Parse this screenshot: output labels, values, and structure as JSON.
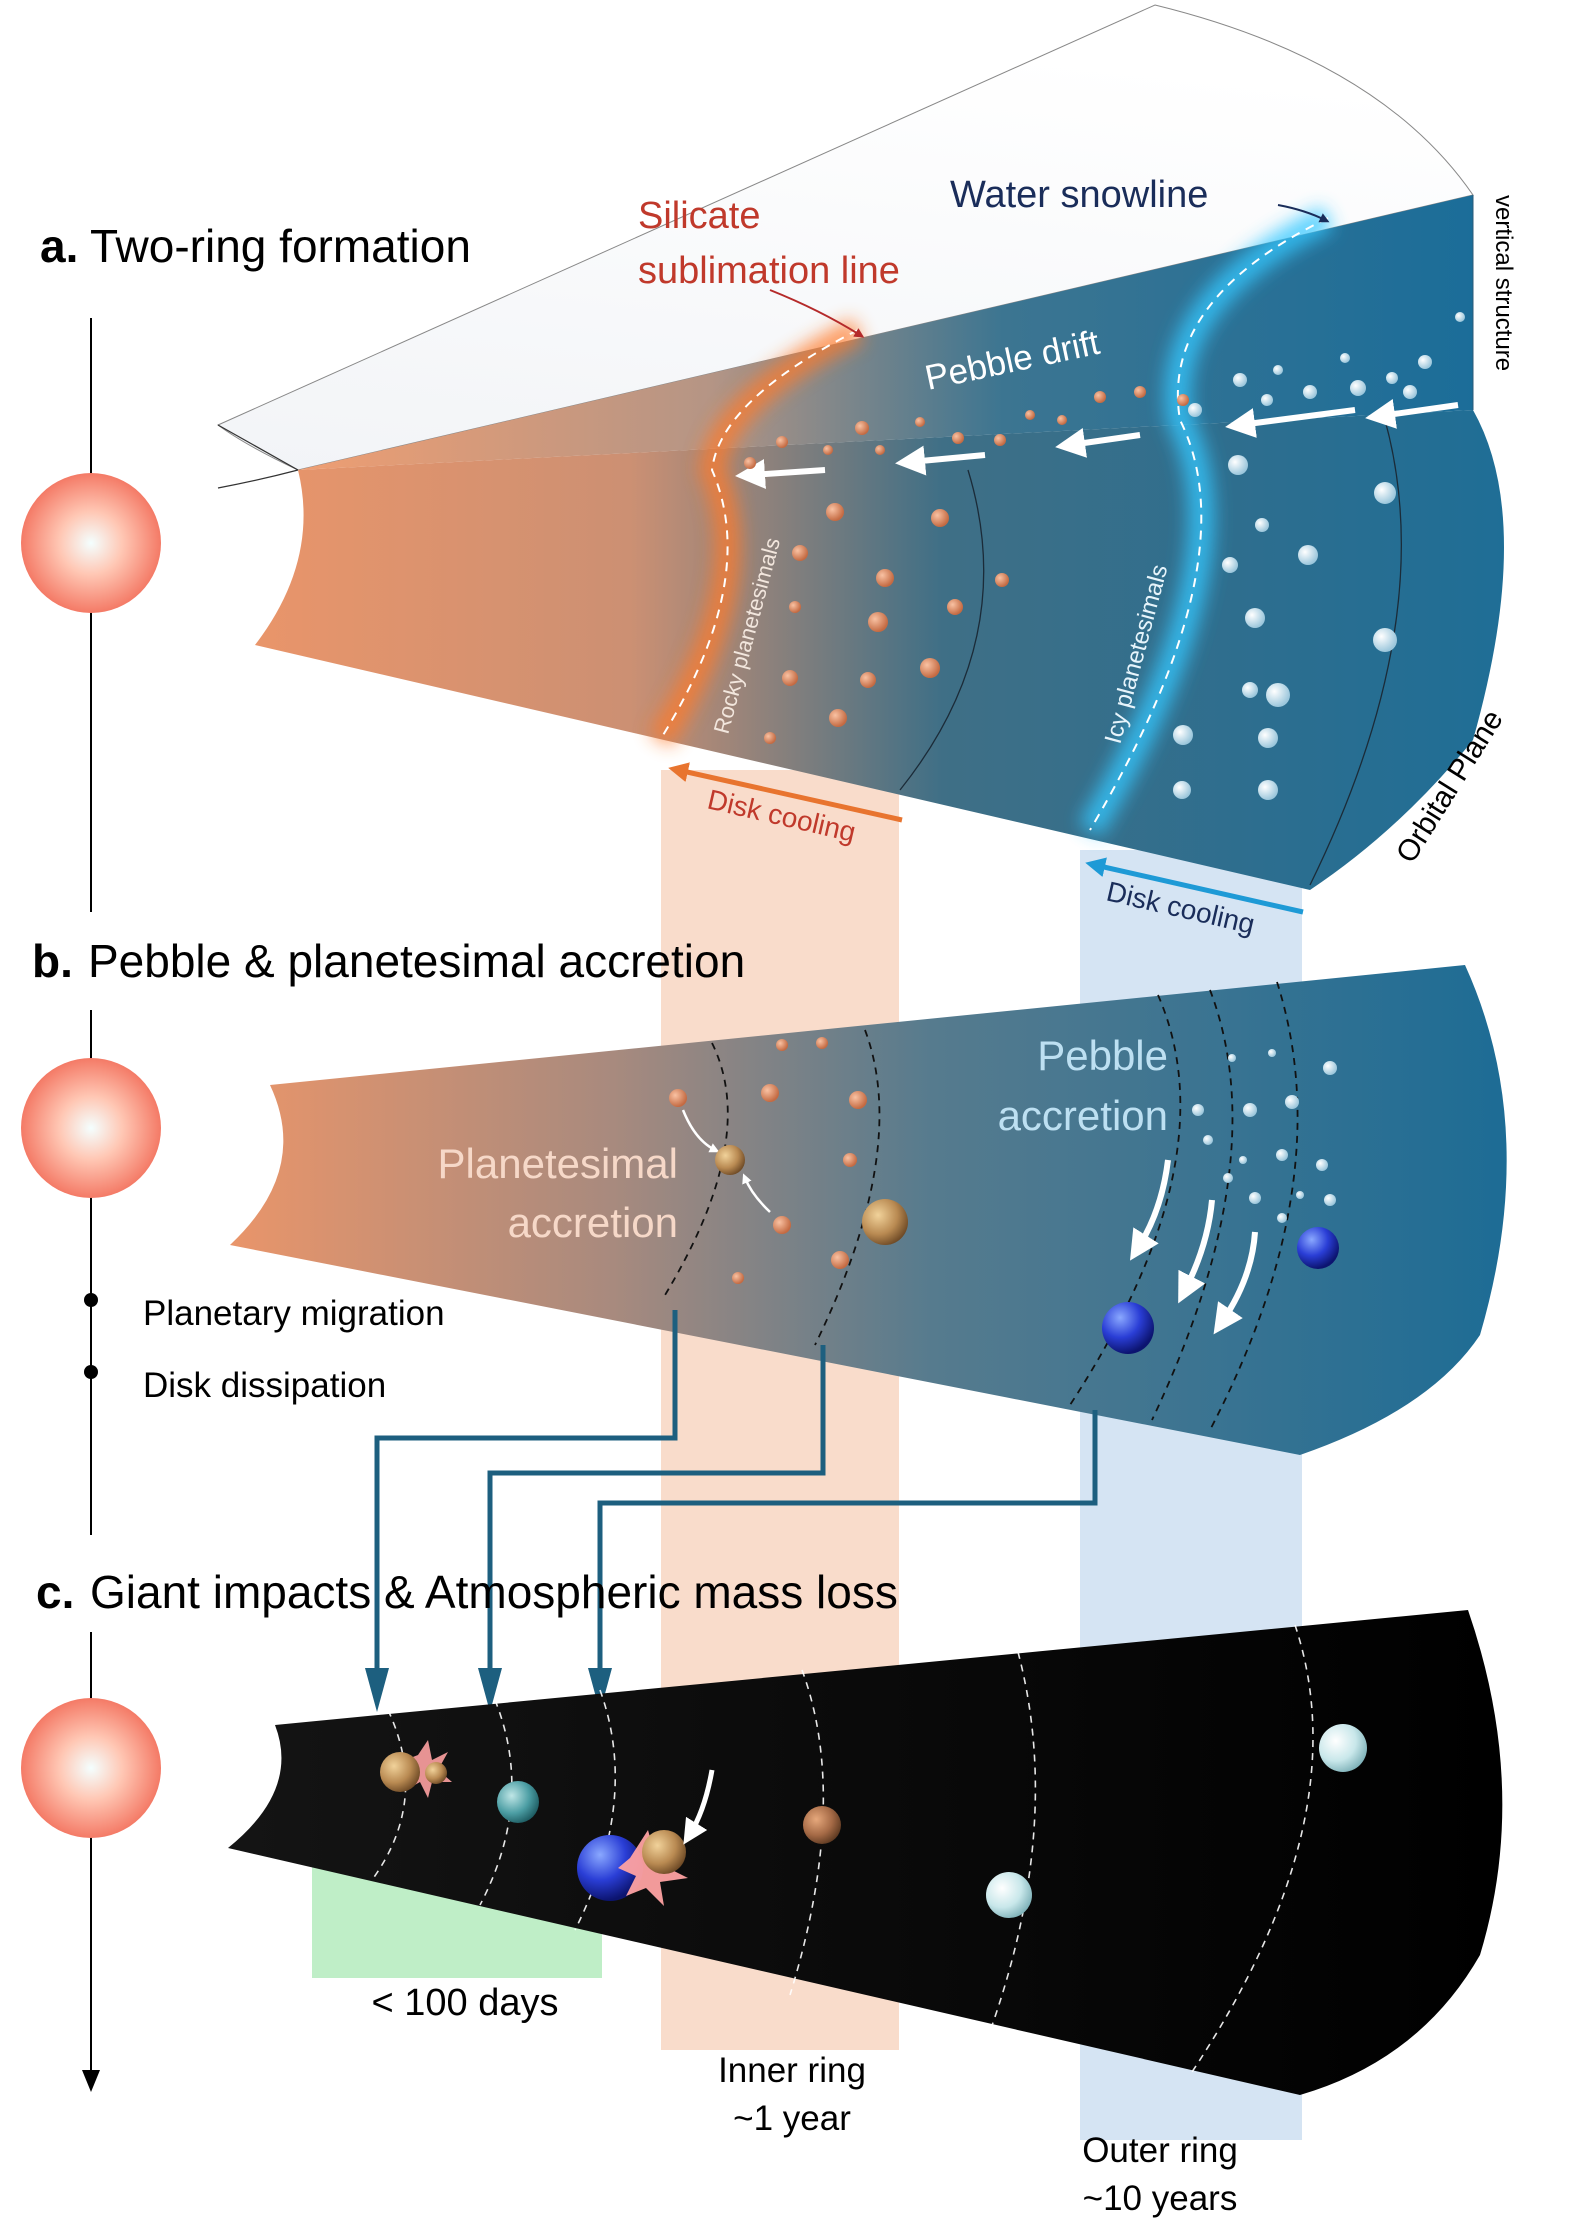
{
  "panel_a": {
    "letter": "a.",
    "title": "Two-ring formation",
    "silicate_line_1": "Silicate",
    "silicate_line_2": "sublimation line",
    "water_snowline": "Water snowline",
    "vertical_structure": "vertical structure",
    "pebble_drift": "Pebble drift",
    "rocky_planetesimals": "Rocky planetesimals",
    "icy_planetesimals": "Icy planetesimals",
    "orbital_plane": "Orbital Plane",
    "disk_cooling_inner": "Disk cooling",
    "disk_cooling_outer": "Disk cooling"
  },
  "panel_b": {
    "letter": "b.",
    "title": "Pebble & planetesimal accretion",
    "planetesimal_line_1": "Planetesimal",
    "planetesimal_line_2": "accretion",
    "pebble_line_1": "Pebble",
    "pebble_line_2": "accretion"
  },
  "timeline": {
    "events": [
      "Planetary migration",
      "Disk dissipation"
    ]
  },
  "panel_c": {
    "letter": "c.",
    "title": "Giant impacts & Atmospheric mass loss"
  },
  "bands": {
    "short_period": "< 100 days",
    "inner_ring_line_1": "Inner ring",
    "inner_ring_line_2": "~1 year",
    "outer_ring_line_1": "Outer ring",
    "outer_ring_line_2": "~10 years"
  },
  "colors": {
    "rocky": "#e9956a",
    "icy": "#1f6e96",
    "silicate_text": "#c0392b",
    "snowline_text": "#1a2d5a",
    "connector": "#1d5f7f",
    "inner_band": "#f9dccb",
    "outer_band": "#d5e4f3",
    "short_band": "#bfeec7"
  }
}
